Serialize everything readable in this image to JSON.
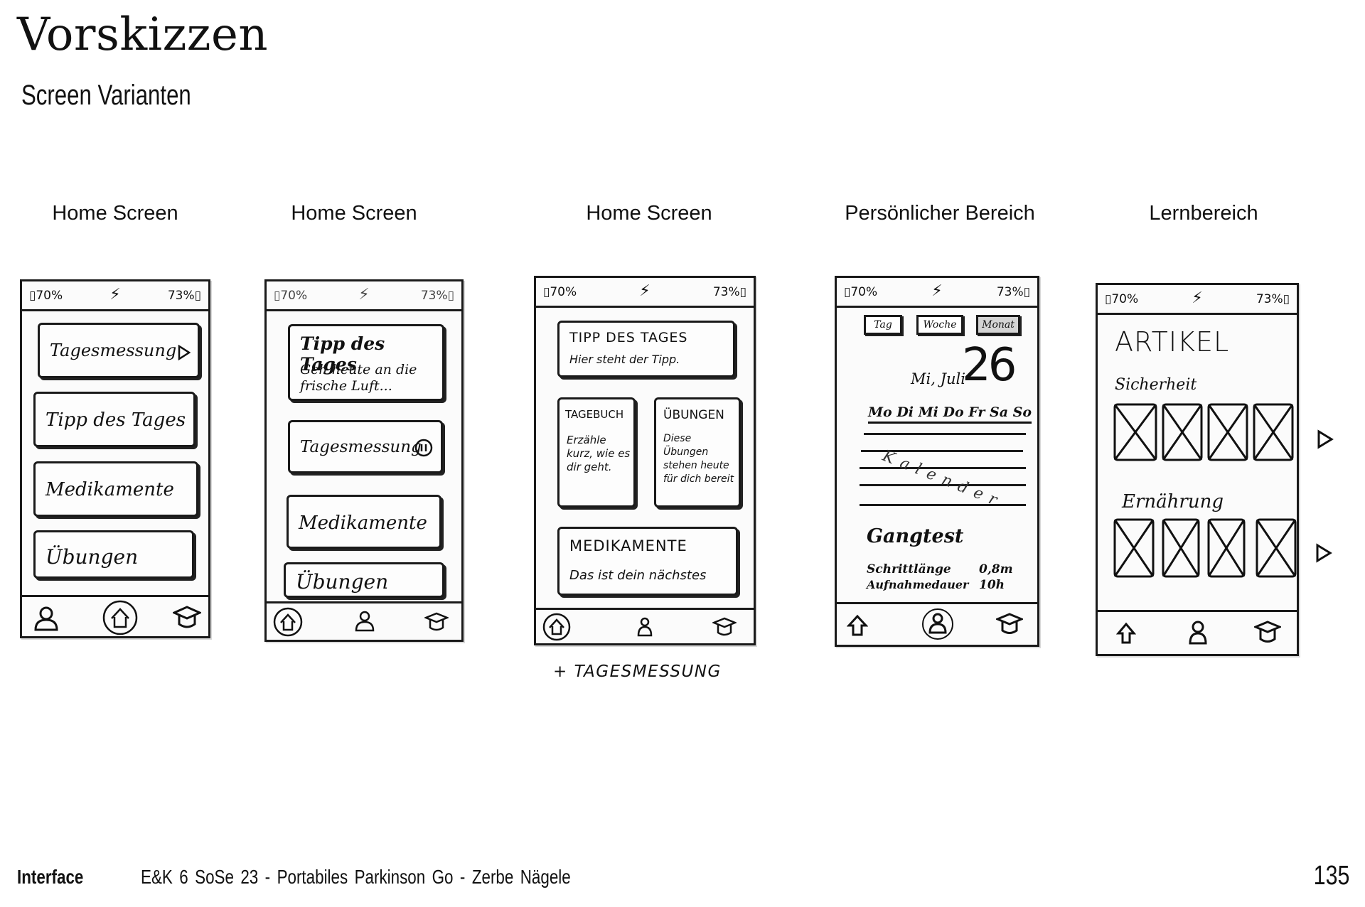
{
  "page": {
    "title": "Vorskizzen",
    "subtitle": "Screen Varianten"
  },
  "screens": [
    {
      "label": "Home Screen",
      "status": {
        "left": "70%",
        "right": "73%"
      },
      "buttons": [
        "Tagesmessung",
        "Tipp des Tages",
        "Medikamente",
        "Übungen"
      ]
    },
    {
      "label": "Home Screen",
      "status": {
        "left": "70%",
        "right": "73%"
      },
      "tip": {
        "head": "Tipp des Tages",
        "body": "Geh heute an die frische Luft..."
      },
      "buttons": [
        "Tagesmessung",
        "Medikamente",
        "Übungen"
      ]
    },
    {
      "label": "Home Screen",
      "status": {
        "left": "70%",
        "right": "73%"
      },
      "tip": {
        "head": "TIPP DES TAGES",
        "body": "Hier steht der Tipp."
      },
      "diary": {
        "head": "TAGEBUCH",
        "body": "Erzähle kurz, wie es dir geht."
      },
      "exercises": {
        "head": "ÜBUNGEN",
        "body": "Diese Übungen stehen heute für dich bereit"
      },
      "meds": {
        "head": "MEDIKAMENTE",
        "body": "Das ist dein nächstes"
      },
      "note": "+ TAGESMESSUNG"
    },
    {
      "label": "Persönlicher Bereich",
      "status": {
        "left": "70%",
        "right": "73%"
      },
      "tabs": [
        "Tag",
        "Woche",
        "Monat"
      ],
      "date": {
        "weekday": "Mi, Juli",
        "day": "26"
      },
      "weekdays": "Mo Di Mi Do Fr Sa So",
      "calendar_label": "Kalender",
      "gangtest": {
        "title": "Gangtest",
        "rows": [
          {
            "label": "Schrittlänge",
            "value": "0,8m"
          },
          {
            "label": "Aufnahmedauer",
            "value": "10h"
          }
        ]
      }
    },
    {
      "label": "Lernbereich",
      "status": {
        "left": "70%",
        "right": "73%"
      },
      "heading": "ARTIKEL",
      "sections": [
        "Sicherheit",
        "Ernährung"
      ]
    }
  ],
  "footer": {
    "section": "Interface",
    "meta": "E&K 6  SoSe 23  -  Portabiles Parkinson Go  -  Zerbe  Nägele",
    "page_number": "135"
  },
  "icons": [
    "battery-icon",
    "signal-icon",
    "user-icon",
    "home-icon",
    "graduation-cap-icon",
    "play-icon",
    "pause-icon",
    "image-placeholder-icon"
  ]
}
